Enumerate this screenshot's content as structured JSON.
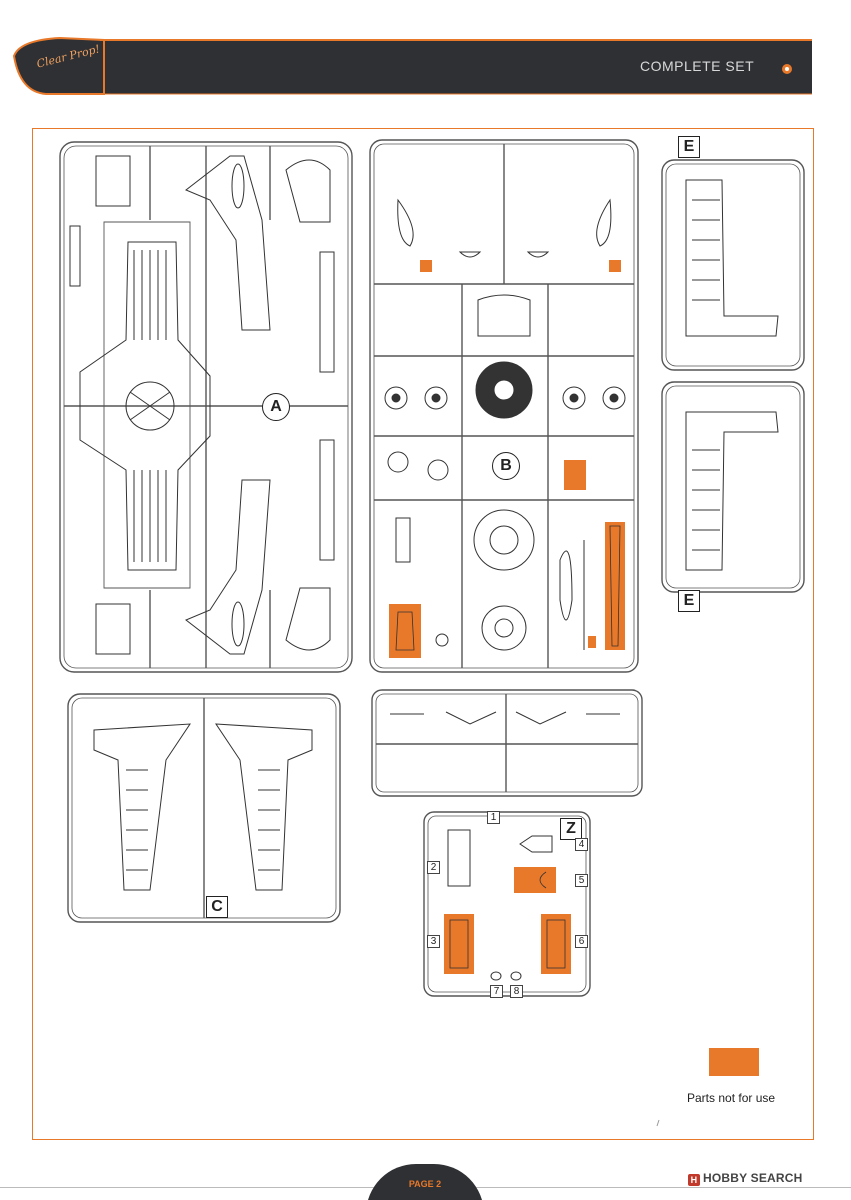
{
  "header": {
    "title": "COMPLETE SET",
    "logo_text": "Clear Prop!",
    "accent_color": "#e8782a",
    "bar_color": "#2e3033"
  },
  "sprues": {
    "a": {
      "label": "A"
    },
    "b": {
      "label": "B"
    },
    "c": {
      "label": "C"
    },
    "e_top": {
      "label": "E"
    },
    "e_bottom": {
      "label": "E"
    },
    "z": {
      "label": "Z",
      "part_numbers": [
        "1",
        "2",
        "3",
        "4",
        "5",
        "6",
        "7",
        "8"
      ]
    }
  },
  "legend": {
    "label": "Parts not for use",
    "swatch_color": "#e8782a"
  },
  "footer": {
    "page_label": "PAGE 2",
    "watermark": "HOBBY SEARCH",
    "watermark_icon": "hobby-search-logo-icon"
  }
}
